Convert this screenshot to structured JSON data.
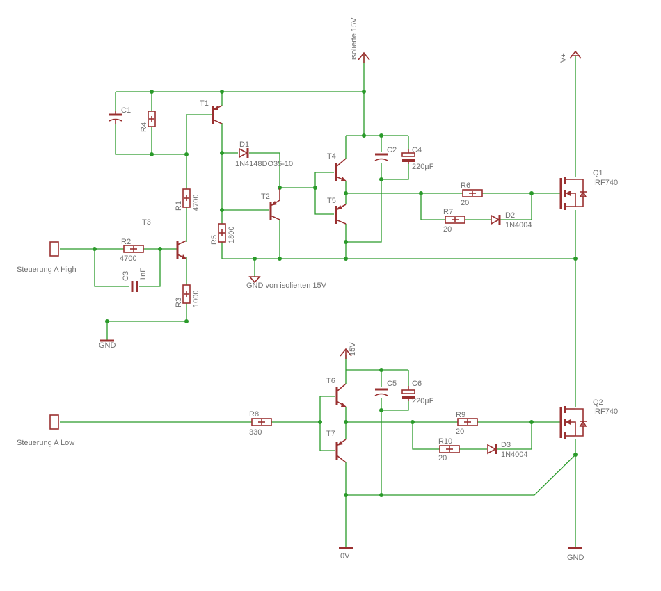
{
  "supply_labels": {
    "isolated_15v": "isolierte 15V",
    "v_plus": "V+",
    "v15": "15V",
    "gnd_isolated": "GND von isolierten 15V",
    "gnd_left": "GND",
    "gnd_right": "GND",
    "zero_v": "0V"
  },
  "inputs": {
    "high": "Steuerung A High",
    "low": "Steuerung A Low"
  },
  "components": {
    "C1": "C1",
    "R4": "R4",
    "T1": "T1",
    "D1": "D1",
    "D1_value": "1N4148DO35-10",
    "R1": "R1",
    "R1_value": "4700",
    "T3": "T3",
    "R2": "R2",
    "R2_value": "4700",
    "C3": "C3",
    "C3_value": "1nF",
    "R3": "R3",
    "R3_value": "1000",
    "R5": "R5",
    "R5_value": "1800",
    "T2": "T2",
    "T4": "T4",
    "T5": "T5",
    "C2": "C2",
    "C4": "C4",
    "C4_value": "220µF",
    "R6": "R6",
    "R6_value": "20",
    "R7": "R7",
    "R7_value": "20",
    "D2": "D2",
    "D2_value": "1N4004",
    "Q1": "Q1",
    "Q1_value": "IRF740",
    "T6": "T6",
    "T7": "T7",
    "C5": "C5",
    "C6": "C6",
    "C6_value": "220µF",
    "R8": "R8",
    "R8_value": "330",
    "R9": "R9",
    "R9_value": "20",
    "R10": "R10",
    "R10_value": "20",
    "D3": "D3",
    "D3_value": "1N4004",
    "Q2": "Q2",
    "Q2_value": "IRF740"
  },
  "colors": {
    "wire": "#2a9a2a",
    "part": "#9a3030",
    "text": "#707070"
  }
}
